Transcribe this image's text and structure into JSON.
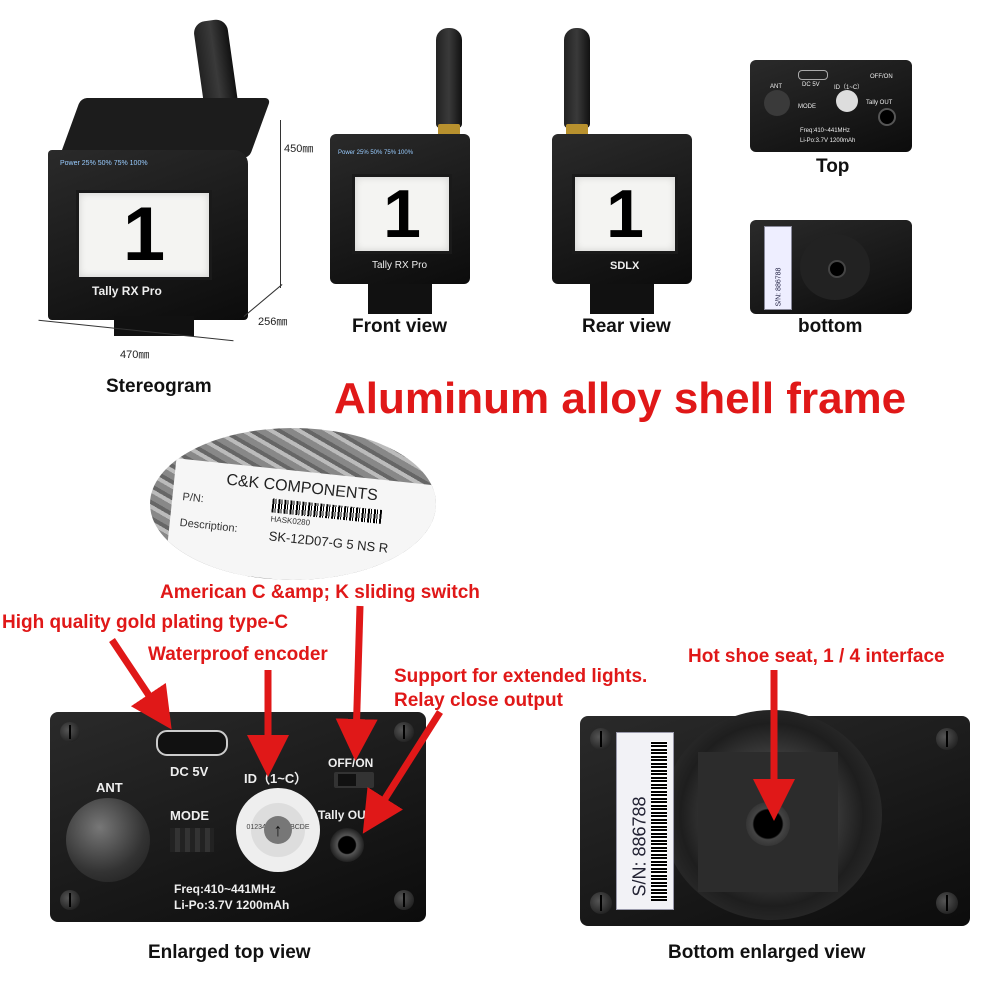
{
  "headline": "Aluminum alloy shell frame",
  "views": {
    "stereogram": "Stereogram",
    "front": "Front view",
    "rear": "Rear view",
    "top": "Top",
    "bottom": "bottom",
    "enlarged_top": "Enlarged top view",
    "bottom_enlarged": "Bottom enlarged view"
  },
  "dimensions": {
    "height": "450㎜",
    "depth": "256㎜",
    "width": "470㎜"
  },
  "device": {
    "digit": "1",
    "model_front": "Tally RX Pro",
    "model_rear": "SDLX",
    "power_label": "Power 25% 50% 75% 100%",
    "ant": "ANT",
    "dc": "DC 5V",
    "id": "ID（1~C）",
    "mode": "MODE",
    "switch": "OFF/ON",
    "tally_out": "Tally OUT",
    "freq": "Freq:410~441MHz",
    "battery": "Li-Po:3.7V 1200mAh",
    "encoder_digits": "0123456789ABCDEF"
  },
  "component_label": {
    "brand": "C&K COMPONENTS",
    "pn_label": "P/N:",
    "pn_value": "HASK0280",
    "desc_label": "Description:",
    "desc_value": "SK-12D07-G 5 NS R"
  },
  "serial": "S/N: 886788",
  "callouts": {
    "ck_switch": "American C &amp; K sliding switch",
    "typec": "High quality gold plating type-C",
    "encoder": "Waterproof encoder",
    "support1": "Support for extended lights.",
    "support2": "Relay close output",
    "hotshoe": "Hot shoe seat, 1 / 4 interface"
  },
  "colors": {
    "callout": "#e01818",
    "body": "#111111"
  }
}
